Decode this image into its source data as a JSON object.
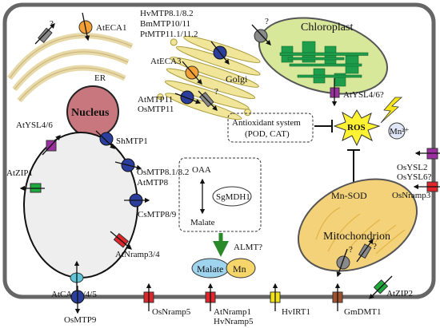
{
  "labels": {
    "ateca1": "AtECA1",
    "er": "ER",
    "nucleus": "Nucleus",
    "golgi_mtp_1": "HvMTP8.1/8.2",
    "golgi_mtp_2": "BmMTP10/11",
    "golgi_mtp_3": "PtMTP11.1/11.2",
    "ateca3": "AtECA3",
    "golgi": "Golgi",
    "atmtp11": "AtMTP11",
    "osmtp11": "OsMTP11",
    "chloroplast": "Chloroplast",
    "atysl46_chl": "AtYSL4/6?",
    "antioxidant_1": "Antioxidant system",
    "antioxidant_2": "(POD, CAT)",
    "ros": "ROS",
    "mn2": "Mn²⁺",
    "atysl46_vac": "AtYSL4/6",
    "shmtp1": "ShMTP1",
    "osmtp8": "OsMTP8.1/8.2",
    "atmtp8": "AtMTP8",
    "atzip1": "AtZIP1",
    "csmtp89": "CsMTP8/9",
    "atnramp34": "AtNramp3/4",
    "atcax": "AtCAX2/4/5",
    "oaa": "OAA",
    "sgmdh1": "SgMDH1",
    "malate": "Malate",
    "almt": "ALMT?",
    "malate_box": "Malate",
    "mn": "Mn",
    "osysl2": "OsYSL2",
    "osysl6": "OsYSL6?",
    "osnramp3": "OsNramp3",
    "mnsod": "Mn-SOD",
    "mitochondrion": "Mitochondrion",
    "q": "?",
    "atzip2": "AtZIP2",
    "osmtp9": "OsMTP9",
    "osnramp5": "OsNramp5",
    "atnramp1": "AtNramp1",
    "hvnramp5": "HvNramp5",
    "hvirt1": "HvIRT1",
    "gmdmt1": "GmDMT1"
  },
  "colors": {
    "mtp_blue": "#2c3e9c",
    "eca_orange": "#f4a032",
    "ysl_purple": "#9b2fa0",
    "zip_green": "#1faa3c",
    "nramp_red": "#e0262b",
    "cax_cyan": "#5ec6d8",
    "irt_yellow": "#f2e311",
    "dmt_brown": "#a0522d",
    "unknown_gray": "#8a8a8a",
    "cell_wall": "#666666",
    "chloroplast_fill": "#d8e89a",
    "thylakoid": "#1e9e4a",
    "mito_fill": "#f3d27a",
    "golgi_fill": "#f1e59a",
    "ros_fill": "#fff233",
    "mn_fill": "#f6d66a",
    "malate_fill": "#9fd4ee",
    "nucleus_fill": "#c9777e"
  }
}
